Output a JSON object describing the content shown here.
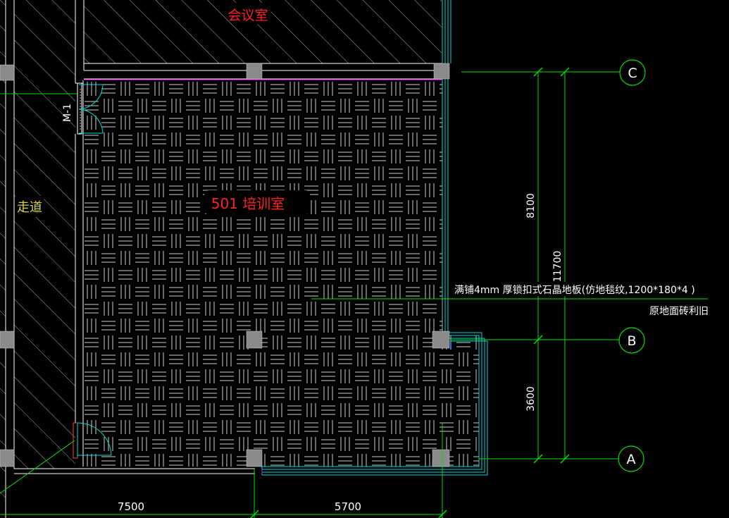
{
  "rooms": {
    "meeting_room": "会议室",
    "training_room": "501  培训室",
    "corridor": "走道"
  },
  "door": {
    "tag": "M-1"
  },
  "grid_axes": [
    "C",
    "B",
    "A"
  ],
  "dimensions": {
    "horizontal": [
      "7500",
      "5700"
    ],
    "vertical_segments": [
      "8100",
      "3600"
    ],
    "vertical_total": "11700"
  },
  "annotation": {
    "line1": "满铺4mm   厚锁扣式石晶地板(仿地毯纹,1200*180*4        )",
    "line2": "原地面砖利旧"
  },
  "colors": {
    "background": "#000000",
    "room_label": "#ff2020",
    "corridor_label": "#d8d040",
    "dimension": "#00e000",
    "wall": "#ffffff",
    "glass": "#00d8d8",
    "column": "#808080",
    "parquet": "#d0d0d0",
    "magenta": "#ff00ff"
  }
}
